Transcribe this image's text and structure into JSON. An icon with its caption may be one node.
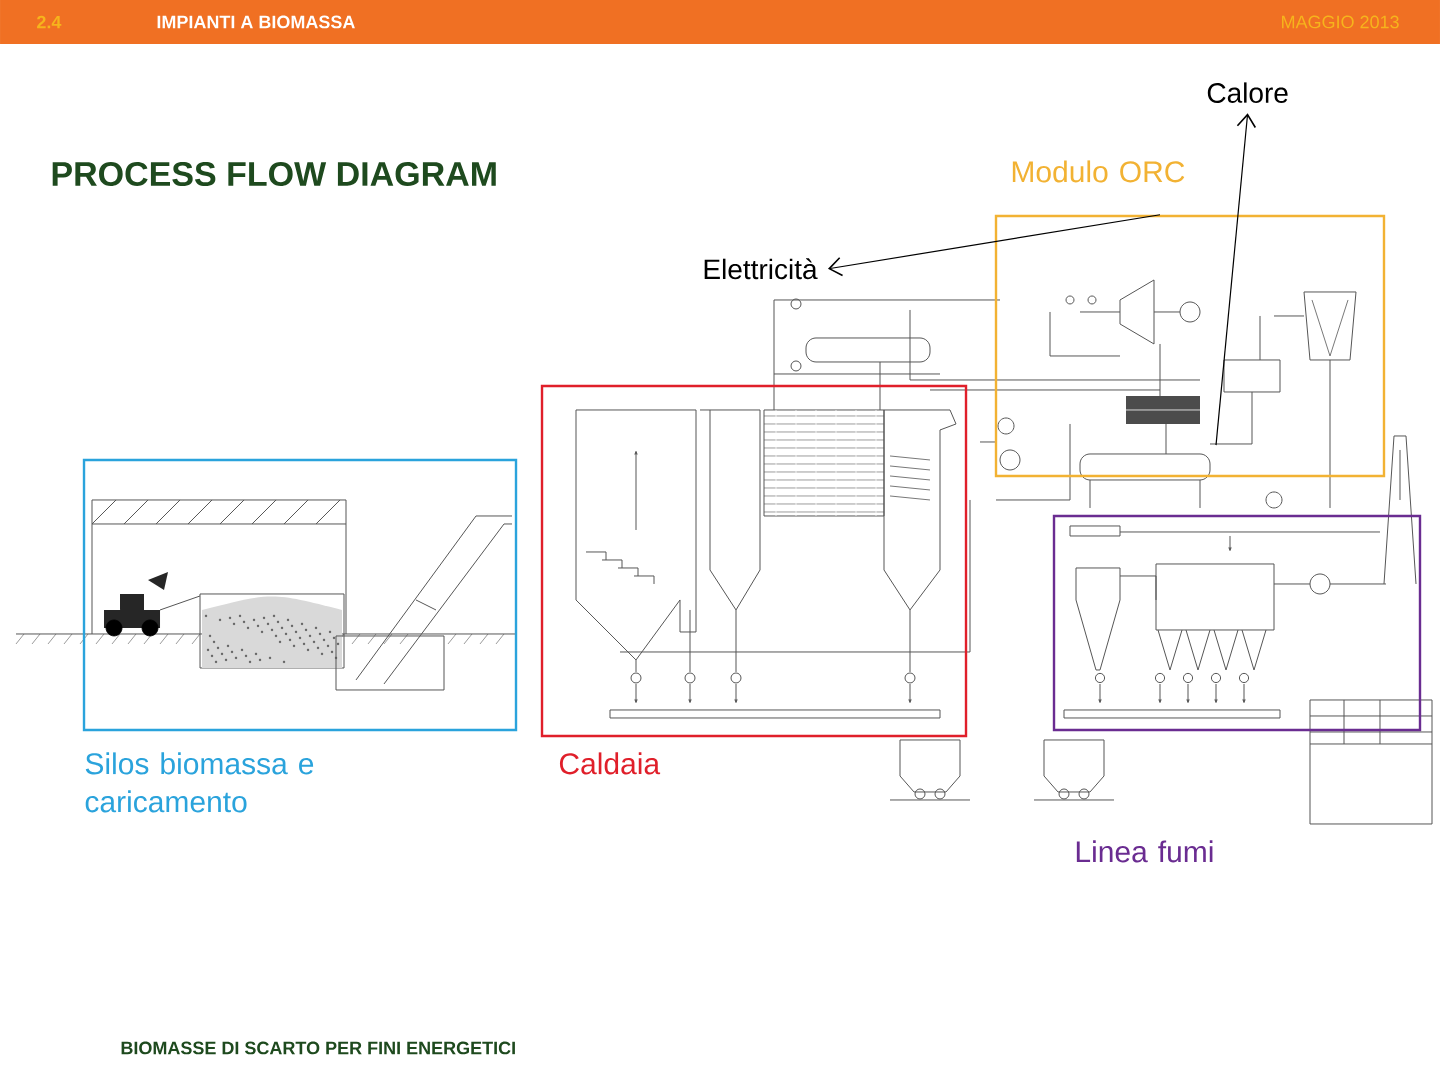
{
  "diagram": {
    "title": "PROCESS FLOW DIAGRAM",
    "nodes": [
      {
        "text": [
          "Silos biomassa e caricamento"
        ]
      },
      {
        "text": [
          "Caldaia"
        ]
      },
      {
        "text": [
          "Modulo ORC"
        ]
      },
      {
        "text": [
          "Linea fumi"
        ]
      },
      {
        "text": [
          "Elettricità"
        ]
      },
      {
        "text": [
          "Calore"
        ]
      }
    ],
    "edges": [
      {
        "from": 2,
        "to": 4,
        "arrow": "to"
      },
      {
        "from": 2,
        "to": 5,
        "arrow": "to"
      }
    ],
    "labels": [
      "2.4",
      "IMPIANTI A BIOMASSA",
      "MAGGIO 2013",
      "BIOMASSE DI SCARTO PER FINI ENERGETICI"
    ]
  }
}
